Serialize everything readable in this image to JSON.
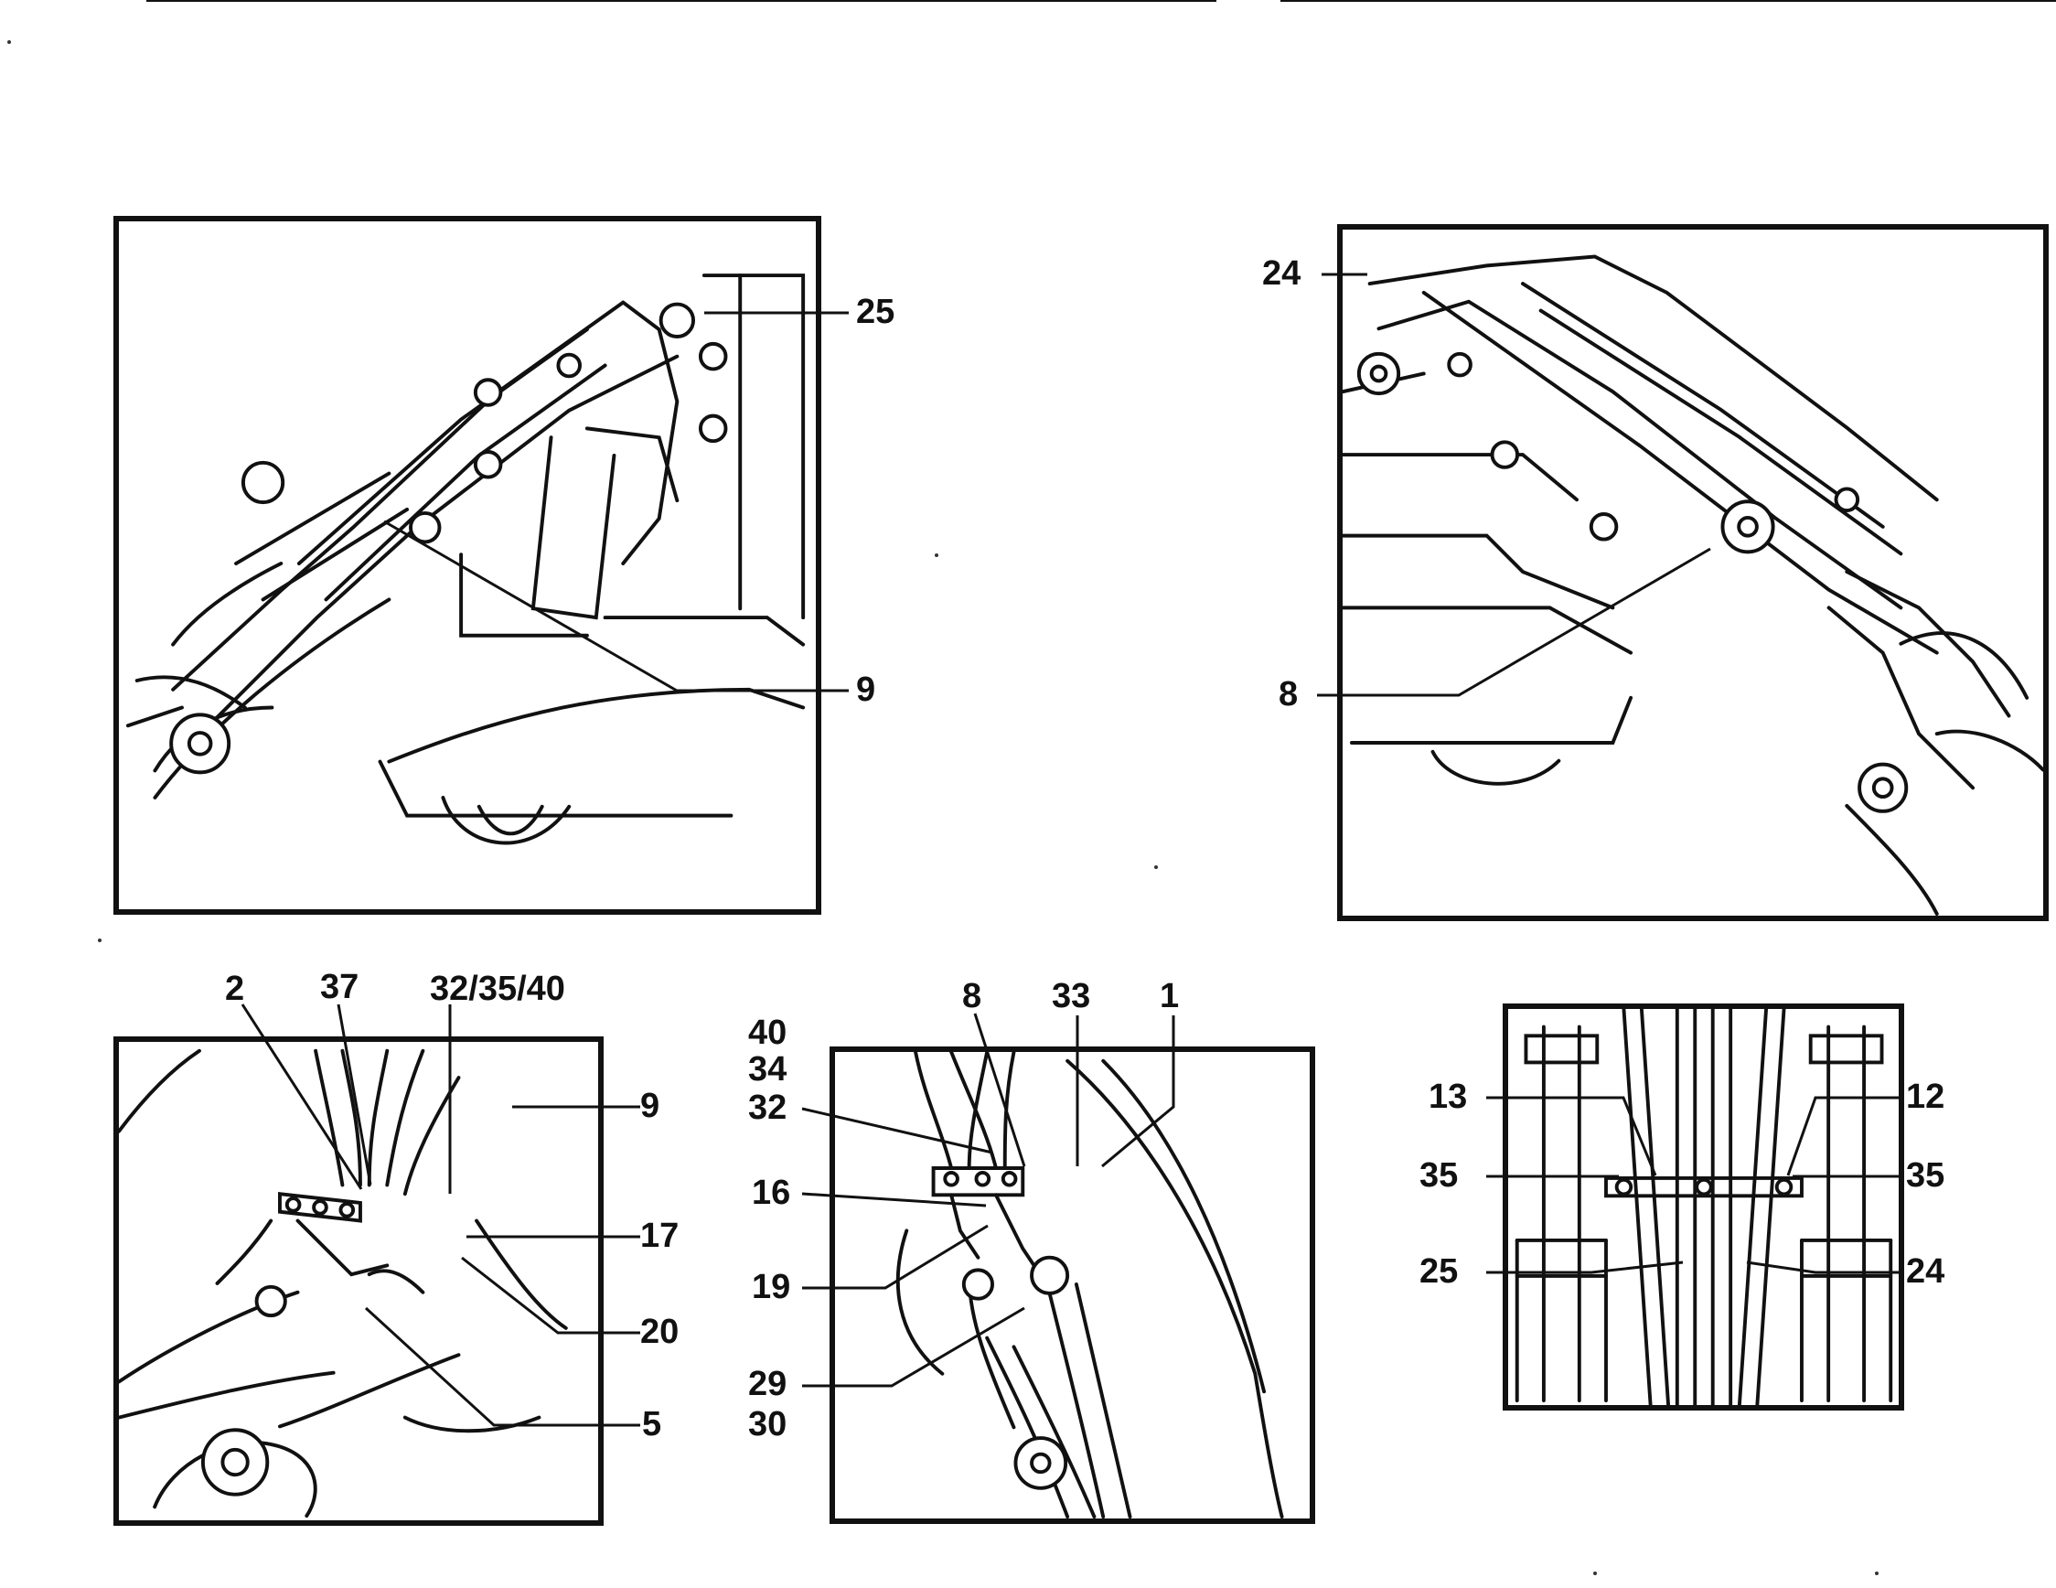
{
  "callouts": {
    "p1": [
      "25",
      "9"
    ],
    "p2": [
      "24",
      "8"
    ],
    "p3": [
      "2",
      "37",
      "32/35/40",
      "9",
      "17",
      "20",
      "5"
    ],
    "p4": [
      "40",
      "34",
      "32",
      "8",
      "33",
      "1",
      "16",
      "19",
      "29",
      "30"
    ],
    "p5": [
      "13",
      "12",
      "35",
      "35",
      "25",
      "24"
    ]
  },
  "colors": {
    "ink": "#111111",
    "paper": "#ffffff"
  }
}
